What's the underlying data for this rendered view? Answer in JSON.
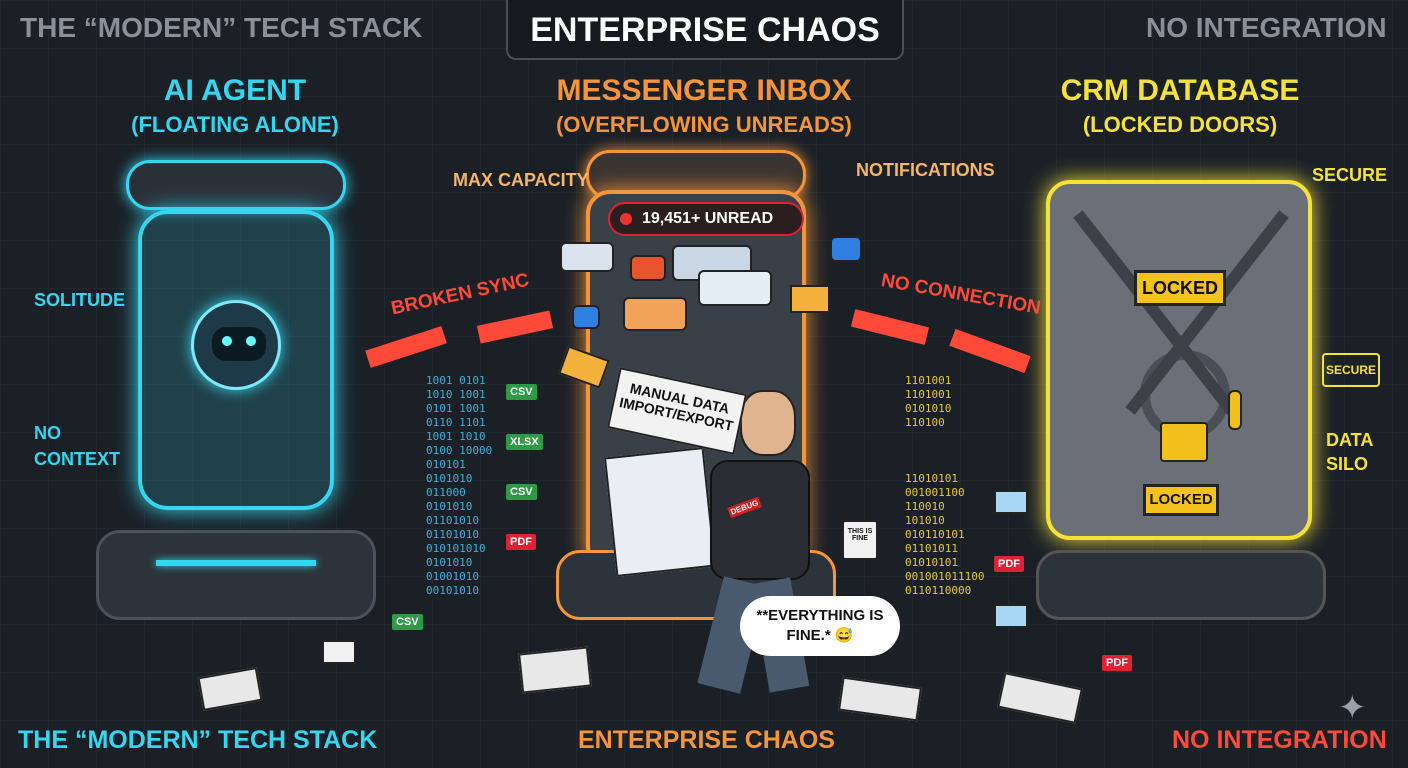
{
  "header": {
    "left": "THE “MODERN” TECH STACK",
    "center": "ENTERPRISE CHAOS",
    "right": "NO INTEGRATION"
  },
  "columns": [
    {
      "title": "AI AGENT",
      "subtitle": "(FLOATING ALONE)",
      "color": "#35d6f0",
      "labels": [
        "SOLITUDE",
        "NO CONTEXT"
      ]
    },
    {
      "title": "MESSENGER INBOX",
      "subtitle": "(OVERFLOWING UNREADS)",
      "color": "#f5953a",
      "labels": [
        "MAX CAPACITY",
        "NOTIFICATIONS"
      ],
      "unread": "19,451+ UNREAD"
    },
    {
      "title": "CRM DATABASE",
      "subtitle": "(LOCKED DOORS)",
      "color": "#f4e23a",
      "labels": [
        "SECURE",
        "SECURE",
        "DATA SILO"
      ],
      "locks": [
        "LOCKED",
        "LOCKED"
      ]
    }
  ],
  "connectors": {
    "left": "BROKEN SYNC",
    "right": "NO CONNECTION"
  },
  "center_scene": {
    "sign": "MANUAL DATA IMPORT/EXPORT",
    "speech": "**EVERYTHING IS FINE.* 😅",
    "mug": "THIS IS FINE",
    "shirt_badge": "DEBUG"
  },
  "file_tags": [
    "CSV",
    "XLSX",
    "CSV",
    "PDF",
    "CSV",
    "PDF",
    "PDF"
  ],
  "binary_left": "1001 0101\n1010 1001\n0101 1001\n0110 1101\n1001 1010\n0100 10000\n010101\n0101010\n011000\n0101010\n01101010\n01101010\n010101010\n0101010\n01001010\n00101010",
  "binary_right": "1101001\n1101001\n0101010\n110100\n\n\n\n11010101\n001001100\n110010\n101010\n010110101\n01101011\n01010101\n001001011100\n0110110000",
  "footer": {
    "left": "THE “MODERN” TECH STACK",
    "center": "ENTERPRISE CHAOS",
    "right": "NO INTEGRATION"
  }
}
